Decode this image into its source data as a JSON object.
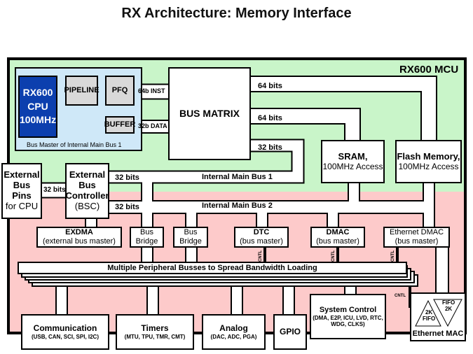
{
  "title": "RX Architecture: Memory Interface",
  "mcu_label": "RX600 MCU",
  "cpu": {
    "name": "RX600",
    "line2": "CPU",
    "line3": "100MHz",
    "pipeline": "PIPELINE",
    "pfq": "PFQ",
    "buffer": "BUFFER",
    "inst": "64b INST",
    "data": "32b DATA",
    "caption": "Bus Master  of Internal Main Bus 1"
  },
  "bus_matrix": "BUS MATRIX",
  "links": {
    "flash": "64 bits",
    "sram": "64 bits",
    "bus1": "32 bits",
    "ebc_bus1": "32 bits",
    "ebc_bus2": "32 bits",
    "pins": "32 bits"
  },
  "bus1": "Internal Main Bus 1",
  "bus2": "Internal Main Bus 2",
  "sram": {
    "title": "SRAM,",
    "sub": "100MHz Access"
  },
  "flash": {
    "title": "Flash Memory,",
    "sub": "100MHz Access"
  },
  "pins": {
    "l1": "External",
    "l2": "Bus Pins",
    "l3": "for CPU"
  },
  "ebc": {
    "l1": "External",
    "l2": "Bus",
    "l3": "Controller",
    "l4": "(BSC)"
  },
  "masters": [
    {
      "title": "EXDMA",
      "sub": "(external bus master)"
    },
    {
      "title": "Bus",
      "sub": "Bridge"
    },
    {
      "title": "Bus",
      "sub": "Bridge"
    },
    {
      "title": "DTC",
      "sub": "(bus master)"
    },
    {
      "title": "DMAC",
      "sub": "(bus master)"
    },
    {
      "title": "Ethernet DMAC",
      "sub": "(bus master)"
    }
  ],
  "cntl": "CNTL",
  "peripheral_bus": "Multiple  Peripheral Busses to Spread Bandwidth  Loading",
  "peripherals": [
    {
      "title": "Communication",
      "sub": "(USB, CAN, SCI, SPI, I2C)"
    },
    {
      "title": "Timers",
      "sub": "(MTU, TPU, TMR, CMT)"
    },
    {
      "title": "Analog",
      "sub": "(DAC, ADC, PGA)"
    },
    {
      "title": "GPIO",
      "sub": ""
    }
  ],
  "system_control": {
    "title": "System Control",
    "l1": "(DMA, E2P, ICU, LVD, RTC,",
    "l2": "WDG, CLKS)"
  },
  "ethernet_mac": {
    "title": "Ethernet MAC",
    "fifo1a": "2K",
    "fifo1b": "FIFO",
    "fifo2a": "FIFO",
    "fifo2b": "2K"
  },
  "colors": {
    "green": "#c9f5c9",
    "pink": "#fdcaca",
    "cpu_blue": "#0c3fae",
    "light_blue": "#cfe8f8",
    "gray": "#d9d9d9"
  }
}
